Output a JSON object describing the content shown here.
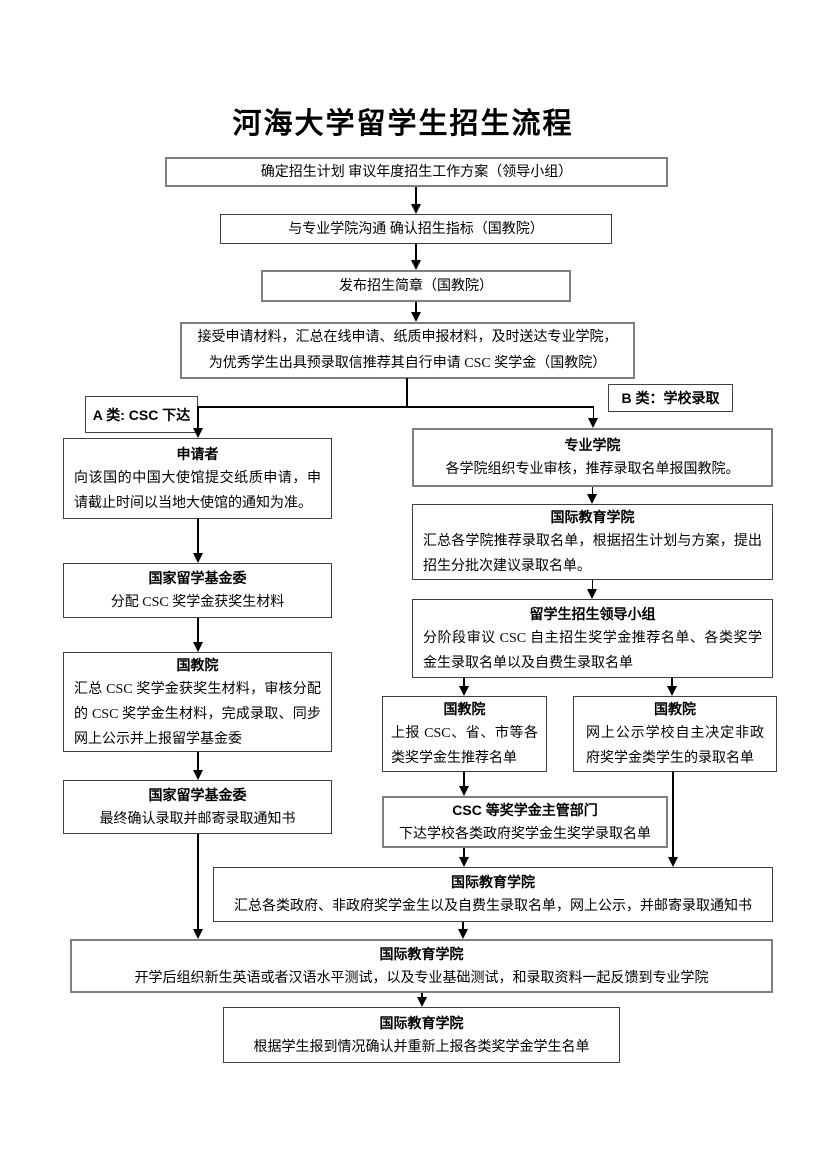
{
  "title": "河海大学留学生招生流程",
  "flow": {
    "top": [
      {
        "text": "确定招生计划 审议年度招生工作方案（领导小组）"
      },
      {
        "text": "与专业学院沟通 确认招生指标（国教院）"
      },
      {
        "text": "发布招生简章（国教院）"
      },
      {
        "text": "接受申请材料，汇总在线申请、纸质申报材料，及时送达专业学院，为优秀学生出具预录取信推荐其自行申请 CSC 奖学金（国教院）"
      }
    ],
    "branch_labels": {
      "a": "A 类: CSC 下达",
      "b": "B 类：学校录取"
    },
    "left": [
      {
        "title": "申请者",
        "body": "向该国的中国大使馆提交纸质申请，申请截止时间以当地大使馆的通知为准。"
      },
      {
        "title": "国家留学基金委",
        "body": "分配 CSC 奖学金获奖生材料"
      },
      {
        "title": "国教院",
        "body": "汇总 CSC 奖学金获奖生材料，审核分配的 CSC 奖学金生材料，完成录取、同步网上公示并上报留学基金委"
      },
      {
        "title": "国家留学基金委",
        "body": "最终确认录取并邮寄录取通知书"
      }
    ],
    "right": [
      {
        "title": "专业学院",
        "body": "各学院组织专业审核，推荐录取名单报国教院。"
      },
      {
        "title": "国际教育学院",
        "body": "汇总各学院推荐录取名单，根据招生计划与方案，提出招生分批次建议录取名单。"
      },
      {
        "title": "留学生招生领导小组",
        "body": "分阶段审议 CSC 自主招生奖学金推荐名单、各类奖学金生录取名单以及自费生录取名单"
      },
      {
        "title": "国教院",
        "body": "上报 CSC、省、市等各类奖学金生推荐名单"
      },
      {
        "title": "国教院",
        "body": "网上公示学校自主决定非政府奖学金类学生的录取名单"
      },
      {
        "title": "CSC 等奖学金主管部门",
        "body": "下达学校各类政府奖学金生奖学录取名单"
      },
      {
        "title": "国际教育学院",
        "body": "汇总各类政府、非政府奖学金生以及自费生录取名单，网上公示，并邮寄录取通知书"
      }
    ],
    "merged": [
      {
        "title": "国际教育学院",
        "body": "开学后组织新生英语或者汉语水平测试，以及专业基础测试，和录取资料一起反馈到专业学院"
      },
      {
        "title": "国际教育学院",
        "body": "根据学生报到情况确认并重新上报各类奖学金学生名单"
      }
    ]
  },
  "colors": {
    "text": "#000000",
    "border_dark": "#404040",
    "border_gray": "#7f7f7f",
    "background": "#ffffff"
  }
}
